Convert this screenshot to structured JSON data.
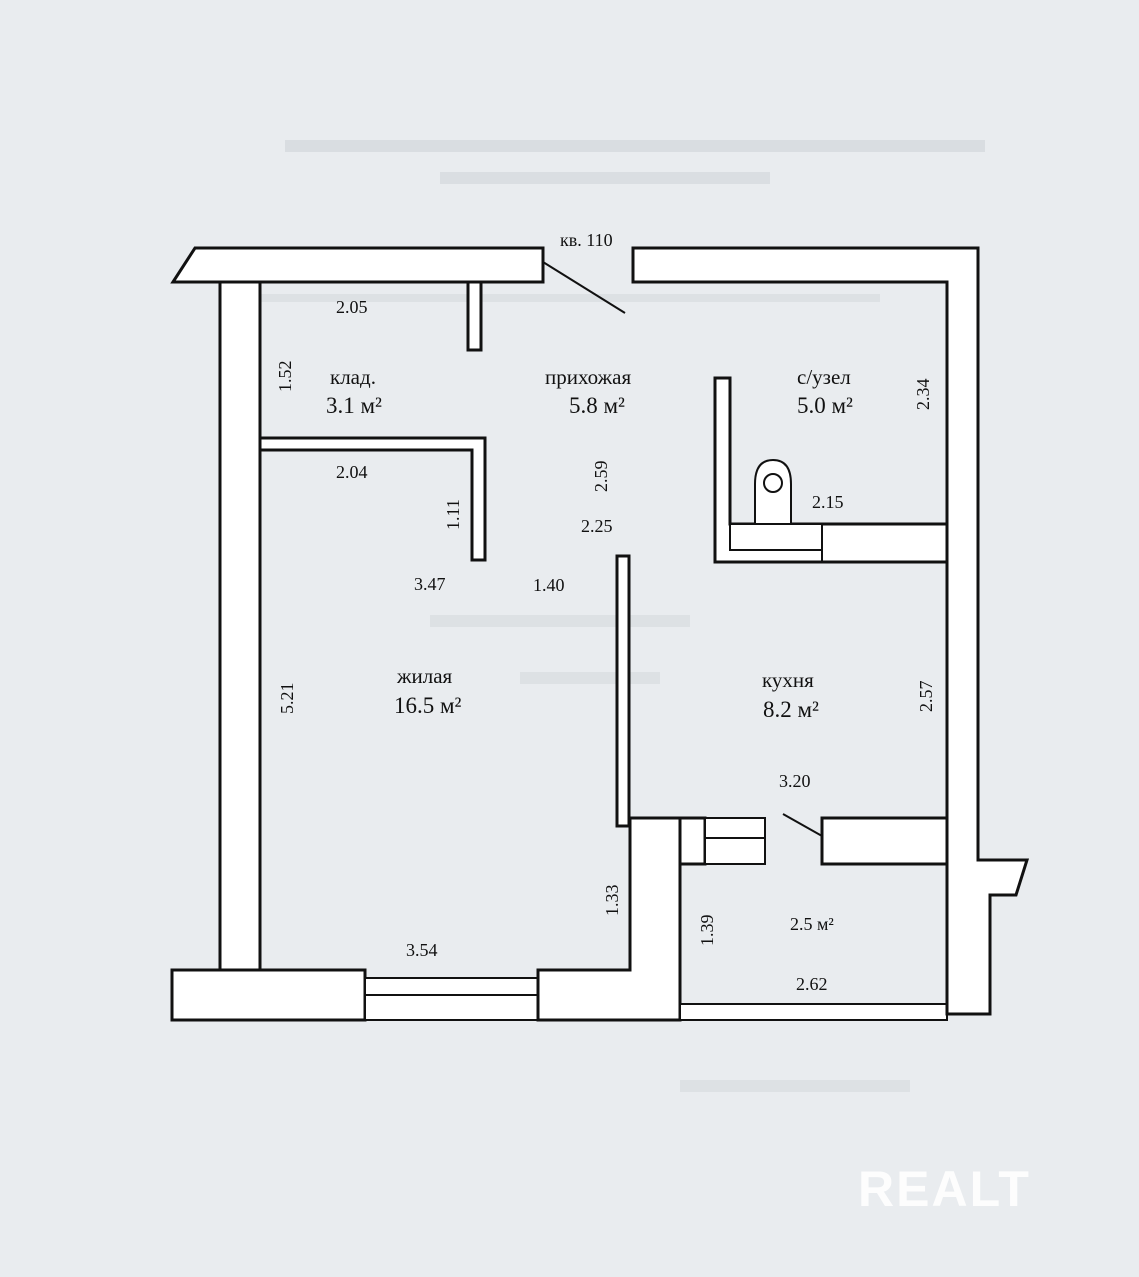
{
  "apartment_label": "кв. 110",
  "rooms": {
    "storage": {
      "name": "клад.",
      "area": "3.1 м²"
    },
    "hallway": {
      "name": "прихожая",
      "area": "5.8 м²"
    },
    "bathroom": {
      "name": "с/узел",
      "area": "5.0 м²"
    },
    "living": {
      "name": "жилая",
      "area": "16.5 м²"
    },
    "kitchen": {
      "name": "кухня",
      "area": "8.2 м²"
    },
    "balcony": {
      "area": "2.5 м²"
    }
  },
  "dimensions": {
    "storage_width_top": "2.05",
    "storage_height": "1.52",
    "storage_width_bottom": "2.04",
    "storage_side": "1.11",
    "hallway_height": "2.59",
    "hallway_width": "2.25",
    "hallway_lower": "1.40",
    "living_top": "3.47",
    "living_height": "5.21",
    "living_bottom": "3.54",
    "living_side": "1.33",
    "bathroom_height": "2.34",
    "bathroom_width": "2.15",
    "kitchen_height": "2.57",
    "kitchen_width": "3.20",
    "balcony_height": "1.39",
    "balcony_width": "2.62"
  },
  "watermark": "REALT"
}
